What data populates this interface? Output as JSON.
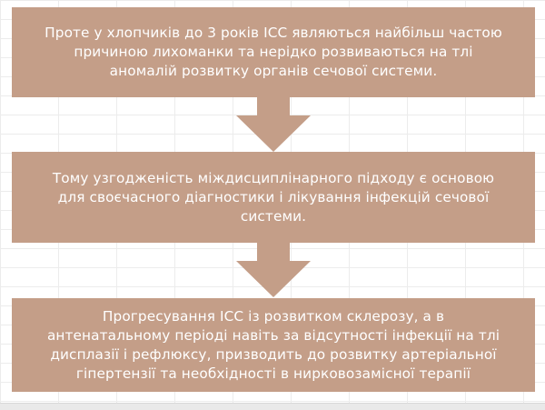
{
  "colors": {
    "box_fill": "#c49e88",
    "arrow_fill": "#c49e88",
    "text": "#ffffff"
  },
  "steps": [
    {
      "lines": [
        "Проте у хлопчиків до 3 років ІСС являються найбільш частою",
        "причиною лихоманки та нерідко розвиваються на тлі",
        "аномалій розвитку органів сечової системи."
      ]
    },
    {
      "lines": [
        "Тому узгодженість міждисциплінарного підходу є основою",
        "для своєчасного діагностики і лікування інфекцій сечової",
        "системи."
      ]
    },
    {
      "lines": [
        "Прогресування ІСС із розвитком склерозу, а в",
        "антенатальному періоді навіть за відсутності інфекції на тлі",
        "дисплазії і рефлюксу, призводить до розвитку артеріальної",
        "гіпертензії та необхідності в нирковозамісної терапії"
      ]
    }
  ]
}
